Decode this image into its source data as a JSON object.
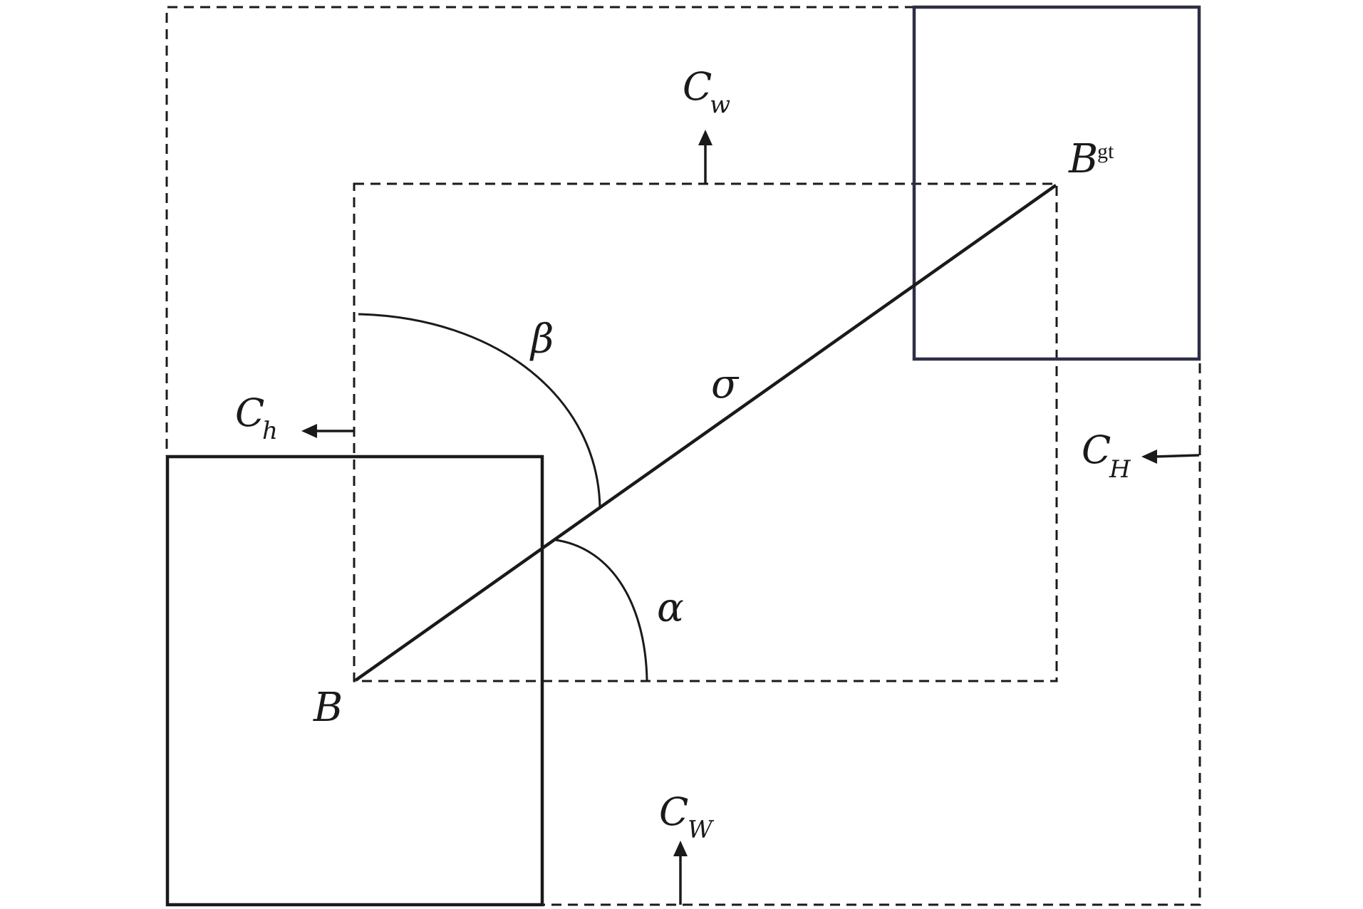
{
  "labels": {
    "cw_main": "C",
    "cw_sub": "w",
    "ch_main": "C",
    "ch_sub": "h",
    "cH_main": "C",
    "cH_sub": "H",
    "cW_main": "C",
    "cW_sub": "W",
    "beta": "β",
    "alpha": "α",
    "sigma": "σ",
    "b": "B",
    "bgt_main": "B",
    "bgt_sup": "gt"
  },
  "colors": {
    "line": "#1a1a1a",
    "gt_box": "#2e2e45",
    "background": "#ffffff"
  }
}
